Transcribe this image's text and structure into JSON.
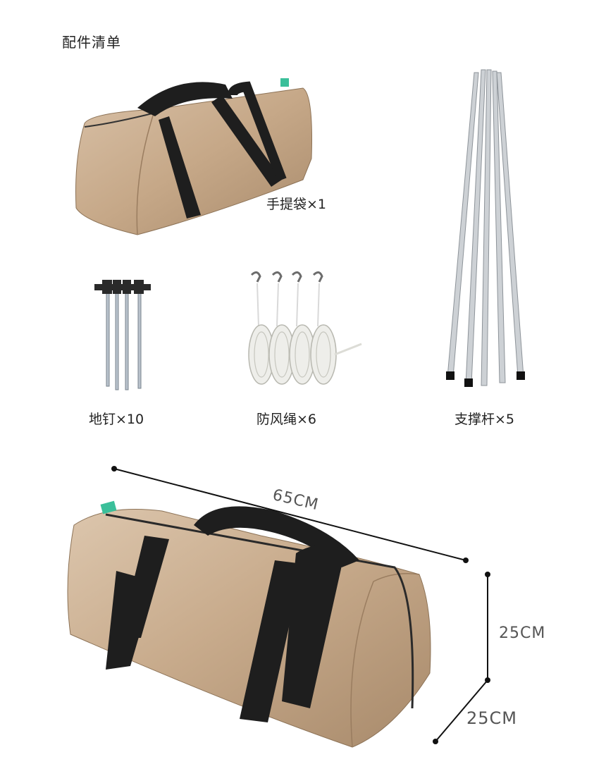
{
  "title": "配件清单",
  "items": [
    {
      "name": "手提袋",
      "qty": "×1",
      "label": "手提袋×1"
    },
    {
      "name": "地钉",
      "qty": "×10",
      "label": "地钉×10"
    },
    {
      "name": "防风绳",
      "qty": "×6",
      "label": "防风绳×6"
    },
    {
      "name": "支撑杆",
      "qty": "×5",
      "label": "支撑杆×5"
    }
  ],
  "dimensions": {
    "length": "65CM",
    "height": "25CM",
    "depth": "25CM"
  },
  "colors": {
    "bag": "#c9ac8f",
    "strap": "#1e1e1e",
    "pole": "#c7cbcf",
    "tag": "#3bbf9a"
  }
}
